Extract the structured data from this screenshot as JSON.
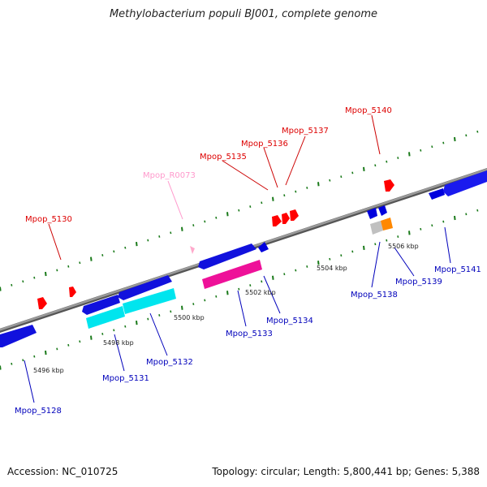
{
  "title": "Methylobacterium populi BJ001, complete genome",
  "footer": {
    "accession": "Accession: NC_010725",
    "summary": "Topology: circular; Length: 5,800,441 bp; Genes: 5,388"
  },
  "colors": {
    "backbone": "#888888",
    "tick": "#1a7a1a",
    "forward_gene": "#ff0000",
    "reverse_gene": "#0000dd",
    "rna_gene": "#ffaacc",
    "highlight_cyan": "#00e5ee",
    "highlight_magenta": "#ee1199",
    "label_red": "#dd0000",
    "label_blue": "#0000bb",
    "label_pink": "#ff99cc"
  },
  "scale_labels": [
    "5496 kbp",
    "5498 kbp",
    "5500 kbp",
    "5502 kbp",
    "5504 kbp",
    "5506 kbp"
  ],
  "gene_labels": [
    {
      "text": "Mpop_5140",
      "strand": "forward"
    },
    {
      "text": "Mpop_5137",
      "strand": "forward"
    },
    {
      "text": "Mpop_5136",
      "strand": "forward"
    },
    {
      "text": "Mpop_5135",
      "strand": "forward"
    },
    {
      "text": "Mpop_R0073",
      "strand": "rna"
    },
    {
      "text": "Mpop_5130",
      "strand": "forward"
    },
    {
      "text": "Mpop_5141",
      "strand": "reverse"
    },
    {
      "text": "Mpop_5139",
      "strand": "reverse"
    },
    {
      "text": "Mpop_5138",
      "strand": "reverse"
    },
    {
      "text": "Mpop_5134",
      "strand": "reverse"
    },
    {
      "text": "Mpop_5133",
      "strand": "reverse"
    },
    {
      "text": "Mpop_5132",
      "strand": "reverse"
    },
    {
      "text": "Mpop_5131",
      "strand": "reverse"
    },
    {
      "text": "Mpop_5128",
      "strand": "reverse"
    }
  ]
}
